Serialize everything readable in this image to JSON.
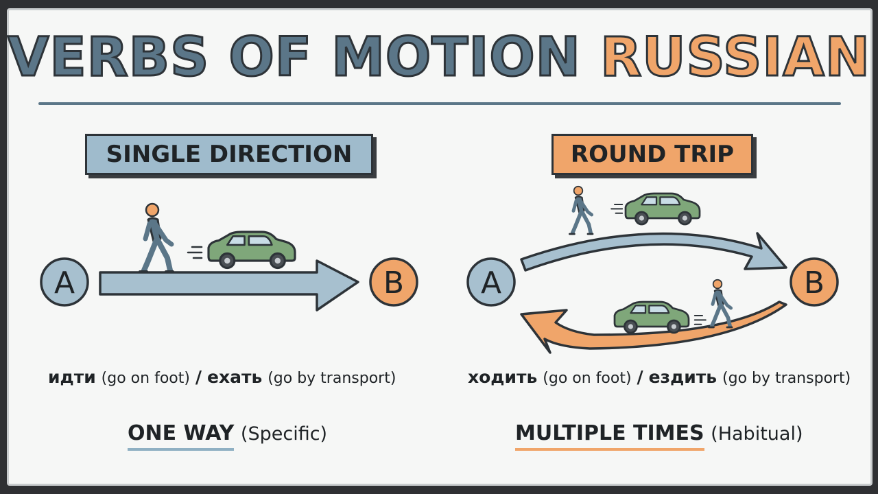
{
  "title": {
    "main": "VERBS OF MOTION",
    "accent": "RUSSIAN"
  },
  "colors": {
    "blue": "#9fbbcc",
    "orange": "#f0a56a",
    "ink": "#2d3338",
    "car": "#7fa77a"
  },
  "single": {
    "label": "SINGLE DIRECTION",
    "point_a": "A",
    "point_b": "B",
    "verb_foot": "идти",
    "gloss_foot": "(go on foot)",
    "sep": "/",
    "verb_transport": "ехать",
    "gloss_transport": "(go by transport)",
    "summary_key": "ONE WAY",
    "summary_note": "(Specific)"
  },
  "round": {
    "label": "ROUND TRIP",
    "point_a": "A",
    "point_b": "B",
    "verb_foot": "ходить",
    "gloss_foot": "(go on foot)",
    "sep": "/",
    "verb_transport": "ездить",
    "gloss_transport": "(go by transport)",
    "summary_key": "MULTIPLE TIMES",
    "summary_note": "(Habitual)"
  },
  "icons": [
    "walking-person-icon",
    "car-icon",
    "arrow-icon"
  ]
}
